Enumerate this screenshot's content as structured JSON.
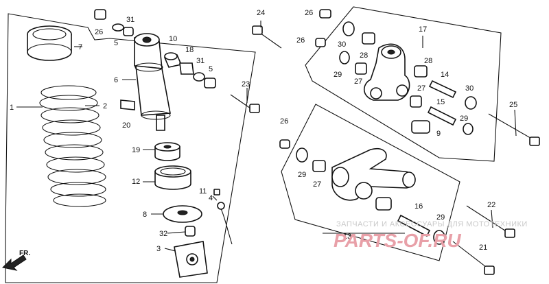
{
  "parts": {
    "p1": "1",
    "p2": "2",
    "p3": "3",
    "p4": "4",
    "p5a": "5",
    "p5b": "5",
    "p6": "6",
    "p7": "7",
    "p8": "8",
    "p9": "9",
    "p10": "10",
    "p11": "11",
    "p12": "12",
    "p13": "13",
    "p14": "14",
    "p15": "15",
    "p16": "16",
    "p17": "17",
    "p18": "18",
    "p19": "19",
    "p20": "20",
    "p21": "21",
    "p22": "22",
    "p23": "23",
    "p24": "24",
    "p25": "25",
    "p26a": "26",
    "p26b": "26",
    "p26c": "26",
    "p26d": "26",
    "p27a": "27",
    "p27b": "27",
    "p27c": "27",
    "p28a": "28",
    "p28b": "28",
    "p29a": "29",
    "p29b": "29",
    "p29c": "29",
    "p29d": "29",
    "p30a": "30",
    "p30b": "30",
    "p31a": "31",
    "p31b": "31",
    "p32": "32"
  },
  "front_marker": "FR.",
  "watermark": {
    "line1": "ЗАПЧАСТИ И АКСЕССУАРЫ ДЛЯ МОТОТЕХНИКИ",
    "line2": "PARTS-OF.RU"
  }
}
